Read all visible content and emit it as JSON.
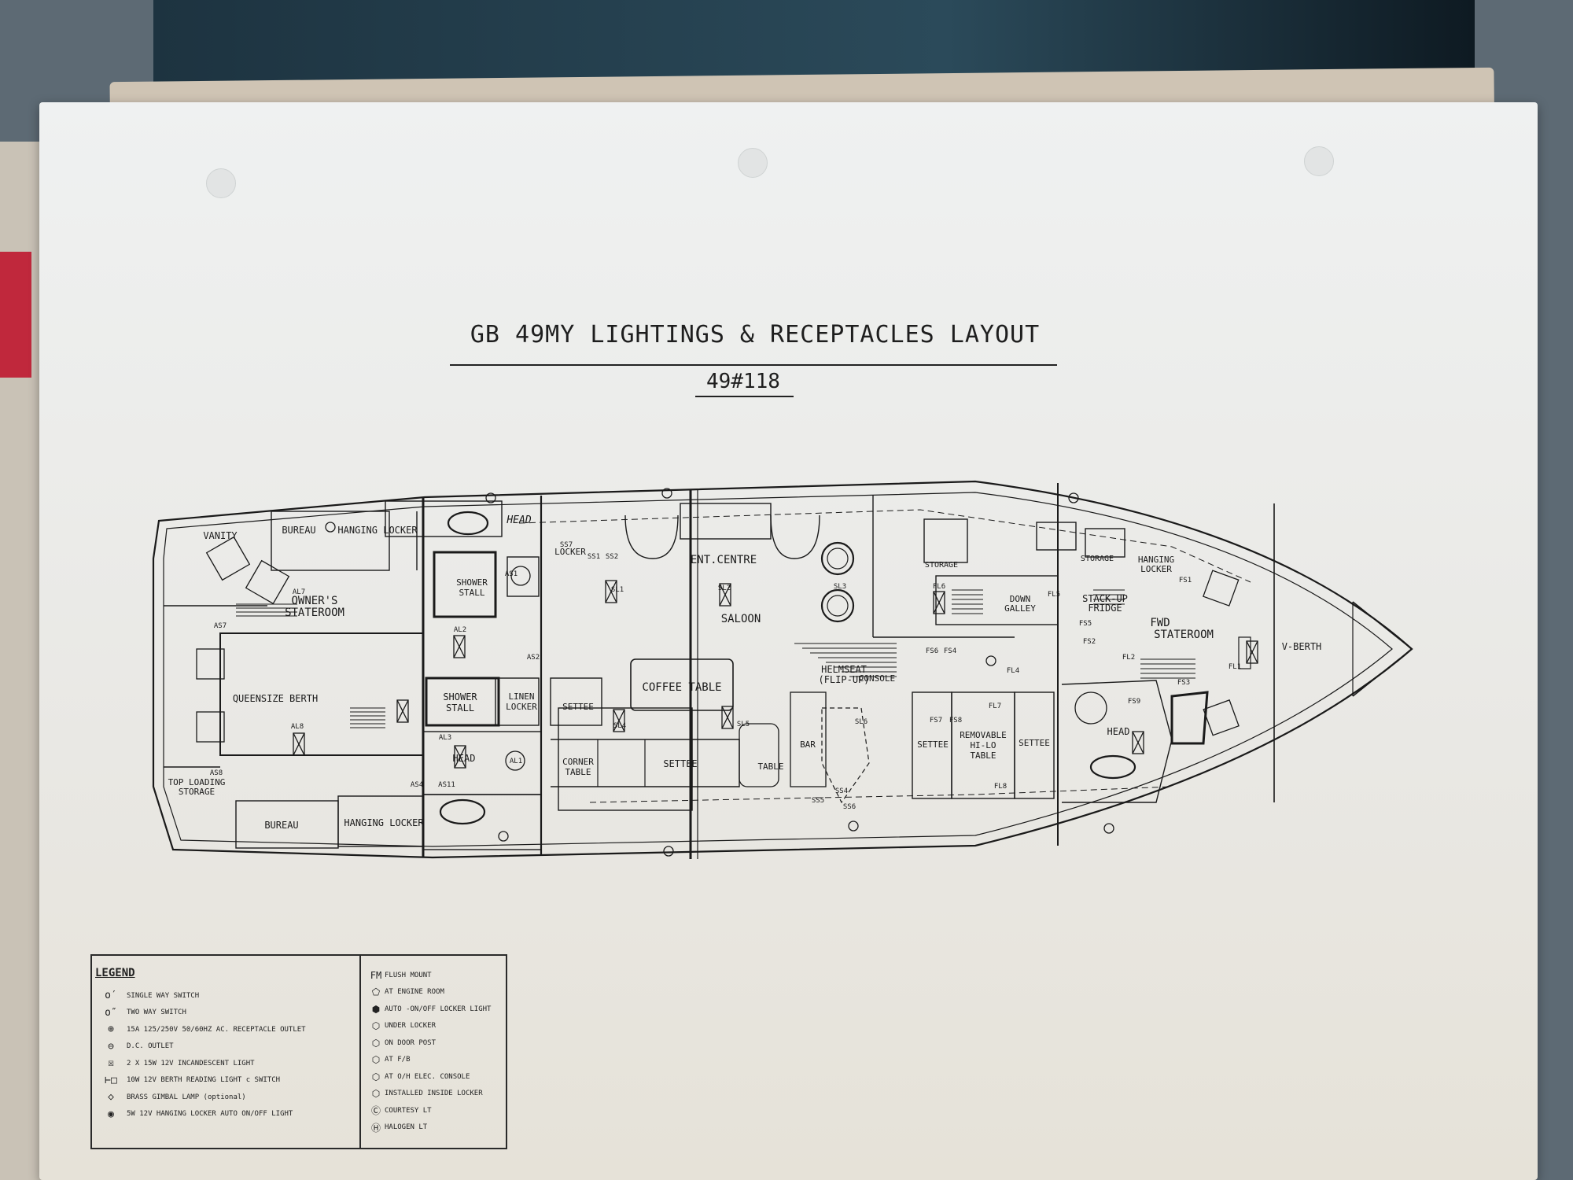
{
  "title": "GB 49MY LIGHTINGS & RECEPTACLES LAYOUT",
  "subtitle": "49#118",
  "rooms": {
    "vanity": "VANITY",
    "bureau_top": "BUREAU",
    "hanging_locker_top": "HANGING LOCKER",
    "head_top": "HEAD",
    "owners_stateroom_1": "OWNER'S",
    "owners_stateroom_2": "STATEROOM",
    "queensize_berth": "QUEENSIZE BERTH",
    "top_loading_storage_1": "TOP LOADING",
    "top_loading_storage_2": "STORAGE",
    "bureau_bottom": "BUREAU",
    "hanging_locker_bottom": "HANGING LOCKER",
    "shower_stall_top_1": "SHOWER",
    "shower_stall_top_2": "STALL",
    "shower_stall_bottom_1": "SHOWER",
    "shower_stall_bottom_2": "STALL",
    "linen_locker_1": "LINEN",
    "linen_locker_2": "LOCKER",
    "head_mid": "HEAD",
    "locker": "LOCKER",
    "ent_centre": "ENT.CENTRE",
    "saloon": "SALOON",
    "coffee_table": "COFFEE TABLE",
    "settee_1": "SETTEE",
    "corner_table_1": "CORNER",
    "corner_table_2": "TABLE",
    "settee_2": "SETTEE",
    "table": "TABLE",
    "helmseat_1": "HELMSEAT",
    "helmseat_2": "(FLIP-UP)",
    "bar": "BAR",
    "console": "CONSOLE",
    "storage_1": "STORAGE",
    "down_galley_1": "DOWN",
    "down_galley_2": "GALLEY",
    "storage_2": "STORAGE",
    "stack_up_fridge_1": "STACK-UP",
    "stack_up_fridge_2": "FRIDGE",
    "hanging_locker_fwd_1": "HANGING",
    "hanging_locker_fwd_2": "LOCKER",
    "fwd_stateroom_1": "FWD",
    "fwd_stateroom_2": "STATEROOM",
    "v_berth": "V-BERTH",
    "settee_3": "SETTEE",
    "removable_1": "REMOVABLE",
    "removable_2": "HI-LO",
    "removable_3": "TABLE",
    "settee_4": "SETTEE",
    "head_fwd": "HEAD"
  },
  "fixtures": [
    "AL7",
    "AS7",
    "AS8",
    "AL8",
    "AL2",
    "AL3",
    "AS1",
    "AL1",
    "AS2",
    "AS4",
    "AS11",
    "SS7",
    "SS1",
    "SS2",
    "SL1",
    "SL2",
    "SL3",
    "SL4",
    "SL5",
    "SL6",
    "SS4",
    "SS5",
    "SS6",
    "FL6",
    "FS6",
    "FS4",
    "FL4",
    "FL5",
    "FS5",
    "FS2",
    "FS1",
    "FL1",
    "FL2",
    "FS3",
    "FS9",
    "FL7",
    "FL8",
    "FS7",
    "FS8"
  ],
  "legend": {
    "title": "LEGEND",
    "left_items": [
      {
        "sym": "o′",
        "text": "SINGLE WAY SWITCH"
      },
      {
        "sym": "o″",
        "text": "TWO WAY SWITCH"
      },
      {
        "sym": "⊕",
        "text": "15A 125/250V 50/60HZ AC. RECEPTACLE OUTLET"
      },
      {
        "sym": "⊖",
        "text": "D.C. OUTLET"
      },
      {
        "sym": "☒",
        "text": "2 X 15W 12V INCANDESCENT LIGHT"
      },
      {
        "sym": "⊢□",
        "text": "10W 12V BERTH READING LIGHT c SWITCH"
      },
      {
        "sym": "◇",
        "text": "BRASS GIMBAL LAMP (optional)"
      },
      {
        "sym": "◉",
        "text": "5W 12V HANGING LOCKER AUTO ON/OFF LIGHT"
      }
    ],
    "right_items": [
      {
        "sym": "FM",
        "text": "FLUSH MOUNT"
      },
      {
        "sym": "⬠",
        "text": "AT ENGINE ROOM"
      },
      {
        "sym": "⬢",
        "text": "AUTO -ON/OFF LOCKER LIGHT"
      },
      {
        "sym": "⬡",
        "text": "UNDER LOCKER"
      },
      {
        "sym": "⬡",
        "text": "ON DOOR POST"
      },
      {
        "sym": "⬡",
        "text": "AT F/B"
      },
      {
        "sym": "⬡",
        "text": "AT O/H ELEC. CONSOLE"
      },
      {
        "sym": "⬡",
        "text": "INSTALLED INSIDE LOCKER"
      },
      {
        "sym": "Ⓒ",
        "text": "COURTESY LT"
      },
      {
        "sym": "Ⓗ",
        "text": "HALOGEN LT"
      }
    ]
  }
}
